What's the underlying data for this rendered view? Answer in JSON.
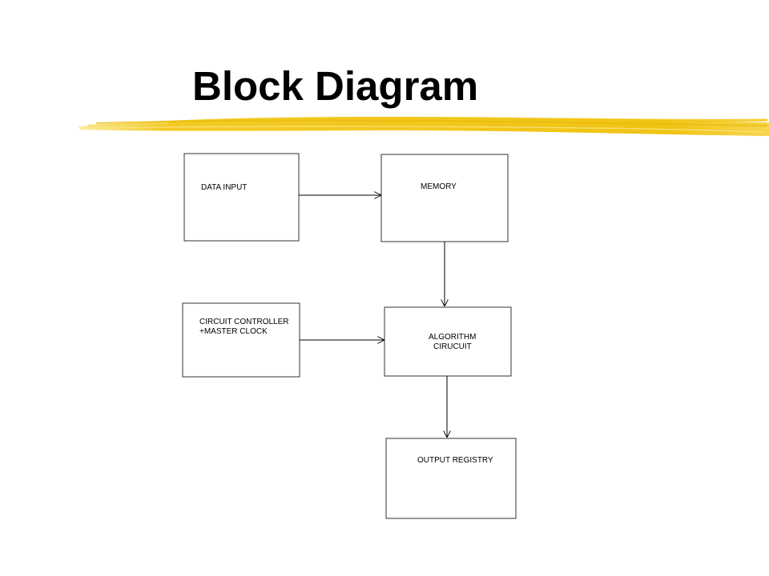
{
  "slide": {
    "title": "Block Diagram",
    "accent_color": "#f2c81a"
  },
  "diagram": {
    "blocks": {
      "data_input": [
        "DATA INPUT"
      ],
      "memory": [
        "MEMORY"
      ],
      "circuit_controller": [
        "CIRCUIT CONTROLLER",
        "+MASTER CLOCK"
      ],
      "algorithm_circuit": [
        "ALGORITHM",
        "CIRUCUIT"
      ],
      "output_registry": [
        "OUTPUT REGISTRY"
      ]
    },
    "connections": [
      {
        "from": "DATA INPUT",
        "to": "MEMORY"
      },
      {
        "from": "MEMORY",
        "to": "ALGORITHM CIRUCUIT"
      },
      {
        "from": "CIRCUIT CONTROLLER +MASTER CLOCK",
        "to": "ALGORITHM CIRUCUIT"
      },
      {
        "from": "ALGORITHM CIRUCUIT",
        "to": "OUTPUT REGISTRY"
      }
    ]
  }
}
